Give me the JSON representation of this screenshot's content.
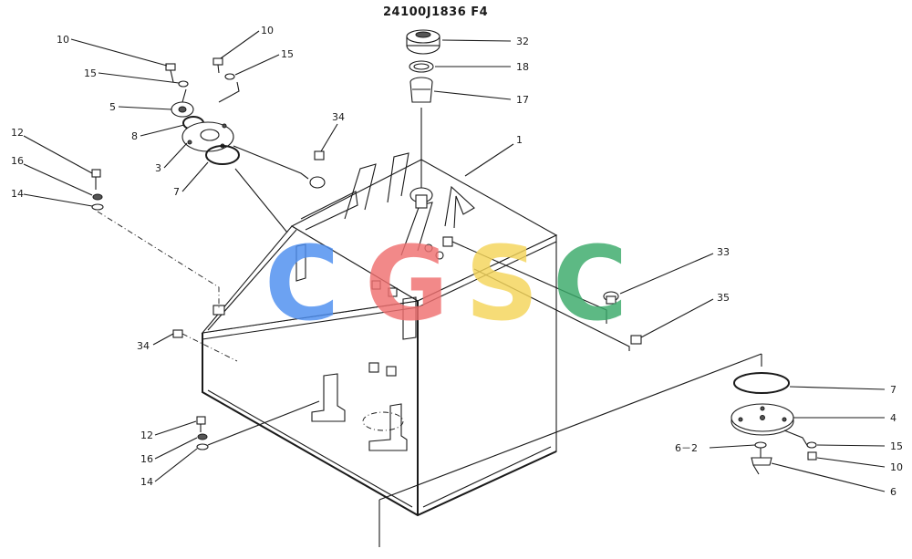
{
  "diagram": {
    "title": "24100J1836 F4",
    "watermark": {
      "letters": [
        {
          "char": "C",
          "color": "#4d8ef0"
        },
        {
          "char": "G",
          "color": "#f07070"
        },
        {
          "char": "S",
          "color": "#f5d55a"
        },
        {
          "char": "C",
          "color": "#3aaa6a"
        }
      ]
    },
    "callouts": [
      {
        "id": "32",
        "text": "32"
      },
      {
        "id": "18",
        "text": "18"
      },
      {
        "id": "17",
        "text": "17"
      },
      {
        "id": "1",
        "text": "1"
      },
      {
        "id": "10a",
        "text": "10"
      },
      {
        "id": "10b",
        "text": "10"
      },
      {
        "id": "15a",
        "text": "15"
      },
      {
        "id": "15b",
        "text": "15"
      },
      {
        "id": "5",
        "text": "5"
      },
      {
        "id": "8",
        "text": "8"
      },
      {
        "id": "3",
        "text": "3"
      },
      {
        "id": "7a",
        "text": "7"
      },
      {
        "id": "12a",
        "text": "12"
      },
      {
        "id": "16a",
        "text": "16"
      },
      {
        "id": "14a",
        "text": "14"
      },
      {
        "id": "34a",
        "text": "34"
      },
      {
        "id": "34b",
        "text": "34"
      },
      {
        "id": "33",
        "text": "33"
      },
      {
        "id": "35",
        "text": "35"
      },
      {
        "id": "12b",
        "text": "12"
      },
      {
        "id": "16b",
        "text": "16"
      },
      {
        "id": "14b",
        "text": "14"
      },
      {
        "id": "7b",
        "text": "7"
      },
      {
        "id": "4",
        "text": "4"
      },
      {
        "id": "6-2",
        "text": "6－2"
      },
      {
        "id": "15c",
        "text": "15"
      },
      {
        "id": "10c",
        "text": "10"
      },
      {
        "id": "6",
        "text": "6"
      }
    ]
  }
}
